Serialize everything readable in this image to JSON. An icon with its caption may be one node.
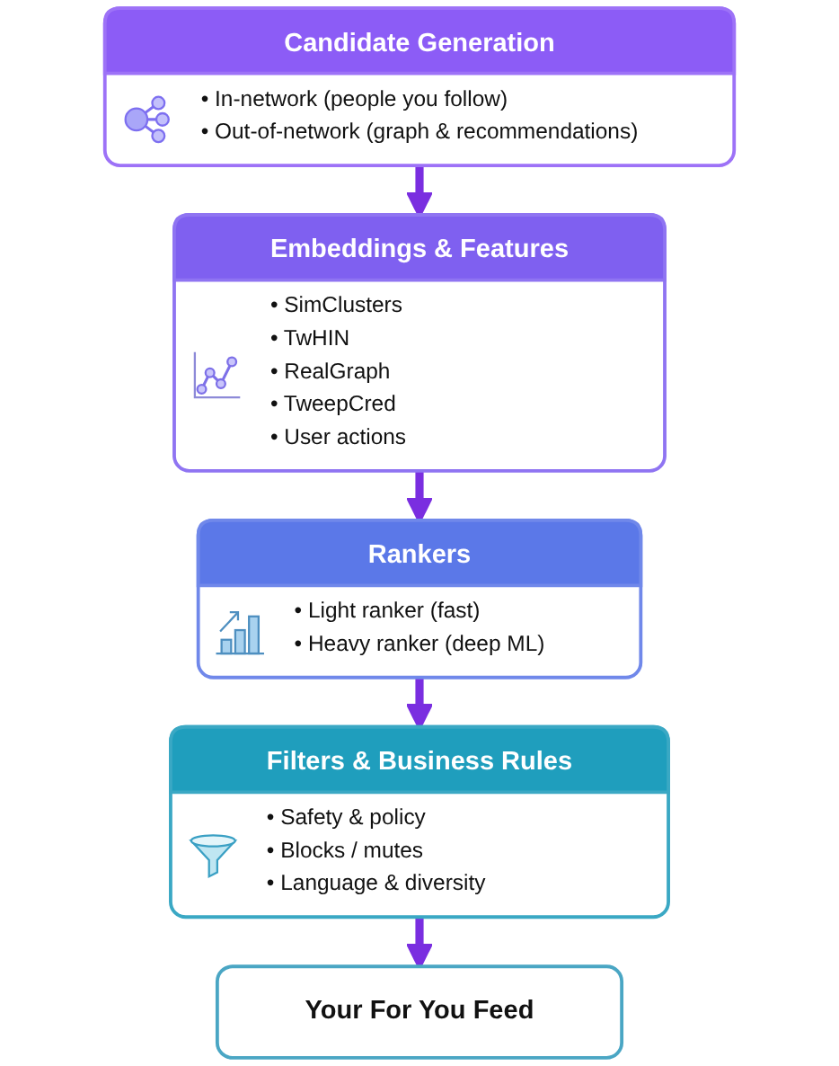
{
  "diagram": {
    "nodes": [
      {
        "text": [
          "Candidate Generation",
          "• In-network (people you follow)",
          "• Out-of-network (graph & recommendations)"
        ]
      },
      {
        "text": [
          "Embeddings & Features",
          "• SimClusters",
          "• TwHIN",
          "• RealGraph",
          "• TweepCred",
          "• User actions"
        ]
      },
      {
        "text": [
          "Rankers",
          "• Light ranker (fast)",
          "• Heavy ranker (deep ML)"
        ]
      },
      {
        "text": [
          "Filters & Business Rules",
          "• Safety & policy",
          "• Blocks / mutes",
          "• Language & diversity"
        ]
      },
      {
        "text": [
          "Your For You Feed"
        ]
      }
    ],
    "edges": [
      {
        "from": 0,
        "to": 1,
        "arrow": "to"
      },
      {
        "from": 1,
        "to": 2,
        "arrow": "to"
      },
      {
        "from": 2,
        "to": 3,
        "arrow": "to"
      },
      {
        "from": 3,
        "to": 4,
        "arrow": "to"
      }
    ]
  }
}
